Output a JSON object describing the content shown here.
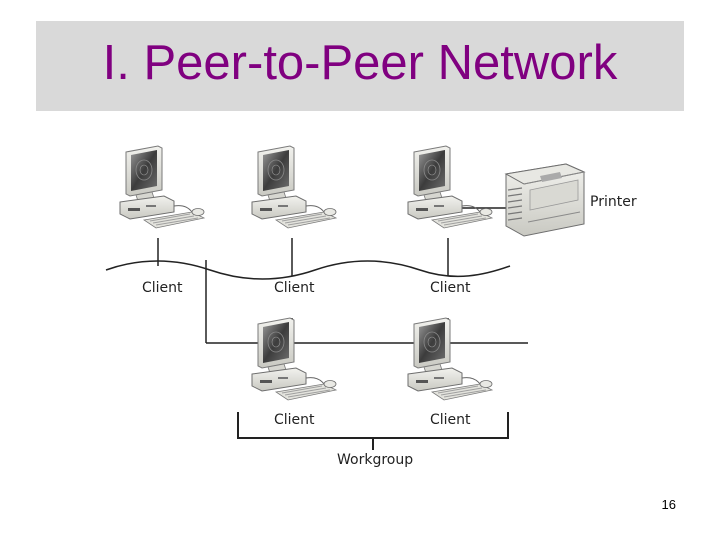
{
  "slide": {
    "title": "I. Peer-to-Peer Network",
    "title_color": "#800080",
    "title_bar_color": "#d9d9d9",
    "page_number": "16"
  },
  "diagram": {
    "client_label": "Client",
    "printer_label": "Printer",
    "workgroup_label": "Workgroup"
  }
}
